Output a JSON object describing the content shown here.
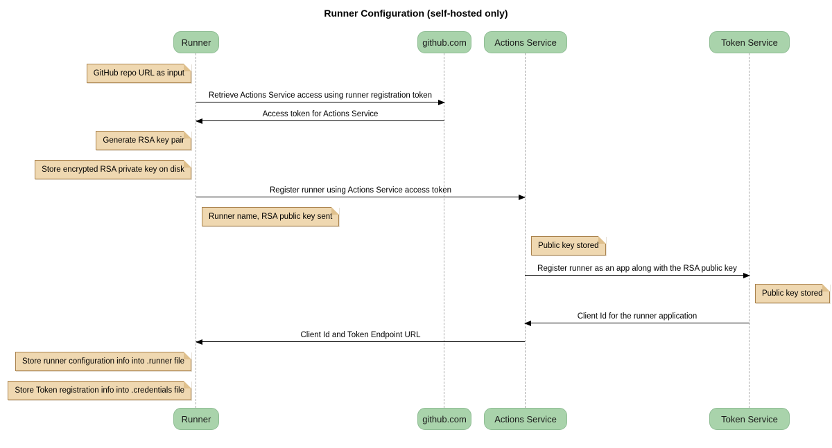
{
  "title": "Runner Configuration (self-hosted only)",
  "participants": [
    {
      "id": "runner",
      "label": "Runner"
    },
    {
      "id": "github",
      "label": "github.com"
    },
    {
      "id": "actions",
      "label": "Actions Service"
    },
    {
      "id": "token",
      "label": "Token Service"
    }
  ],
  "notes": [
    {
      "text": "GitHub repo URL as input",
      "anchor": "Runner",
      "side": "left"
    },
    {
      "text": "Generate RSA key pair",
      "anchor": "Runner",
      "side": "left"
    },
    {
      "text": "Store encrypted RSA private key on disk",
      "anchor": "Runner",
      "side": "left"
    },
    {
      "text": "Runner name, RSA public key sent",
      "anchor": "Runner",
      "side": "right"
    },
    {
      "text": "Public key stored",
      "anchor": "Actions Service",
      "side": "right"
    },
    {
      "text": "Public key stored",
      "anchor": "Token Service",
      "side": "right"
    },
    {
      "text": "Store runner configuration info into .runner file",
      "anchor": "Runner",
      "side": "left"
    },
    {
      "text": "Store Token registration info into .credentials file",
      "anchor": "Runner",
      "side": "left"
    }
  ],
  "messages": [
    {
      "text": "Retrieve Actions Service access using runner registration token",
      "from": "Runner",
      "to": "github.com"
    },
    {
      "text": "Access token for Actions Service",
      "from": "github.com",
      "to": "Runner"
    },
    {
      "text": "Register runner using Actions Service access token",
      "from": "Runner",
      "to": "Actions Service"
    },
    {
      "text": "Register runner as an app along with the RSA public key",
      "from": "Actions Service",
      "to": "Token Service"
    },
    {
      "text": "Client Id for the runner application",
      "from": "Token Service",
      "to": "Actions Service"
    },
    {
      "text": "Client Id and Token Endpoint URL",
      "from": "Actions Service",
      "to": "Runner"
    }
  ],
  "colors": {
    "background": "#FFFFFF",
    "participant_fill": "#A9D3AB",
    "participant_border": "#8FBD94",
    "note_fill": "#EFD8B1",
    "note_border": "#A9824D",
    "lifeline": "#A9A9A9",
    "arrow": "#000000",
    "text": "#000000"
  }
}
